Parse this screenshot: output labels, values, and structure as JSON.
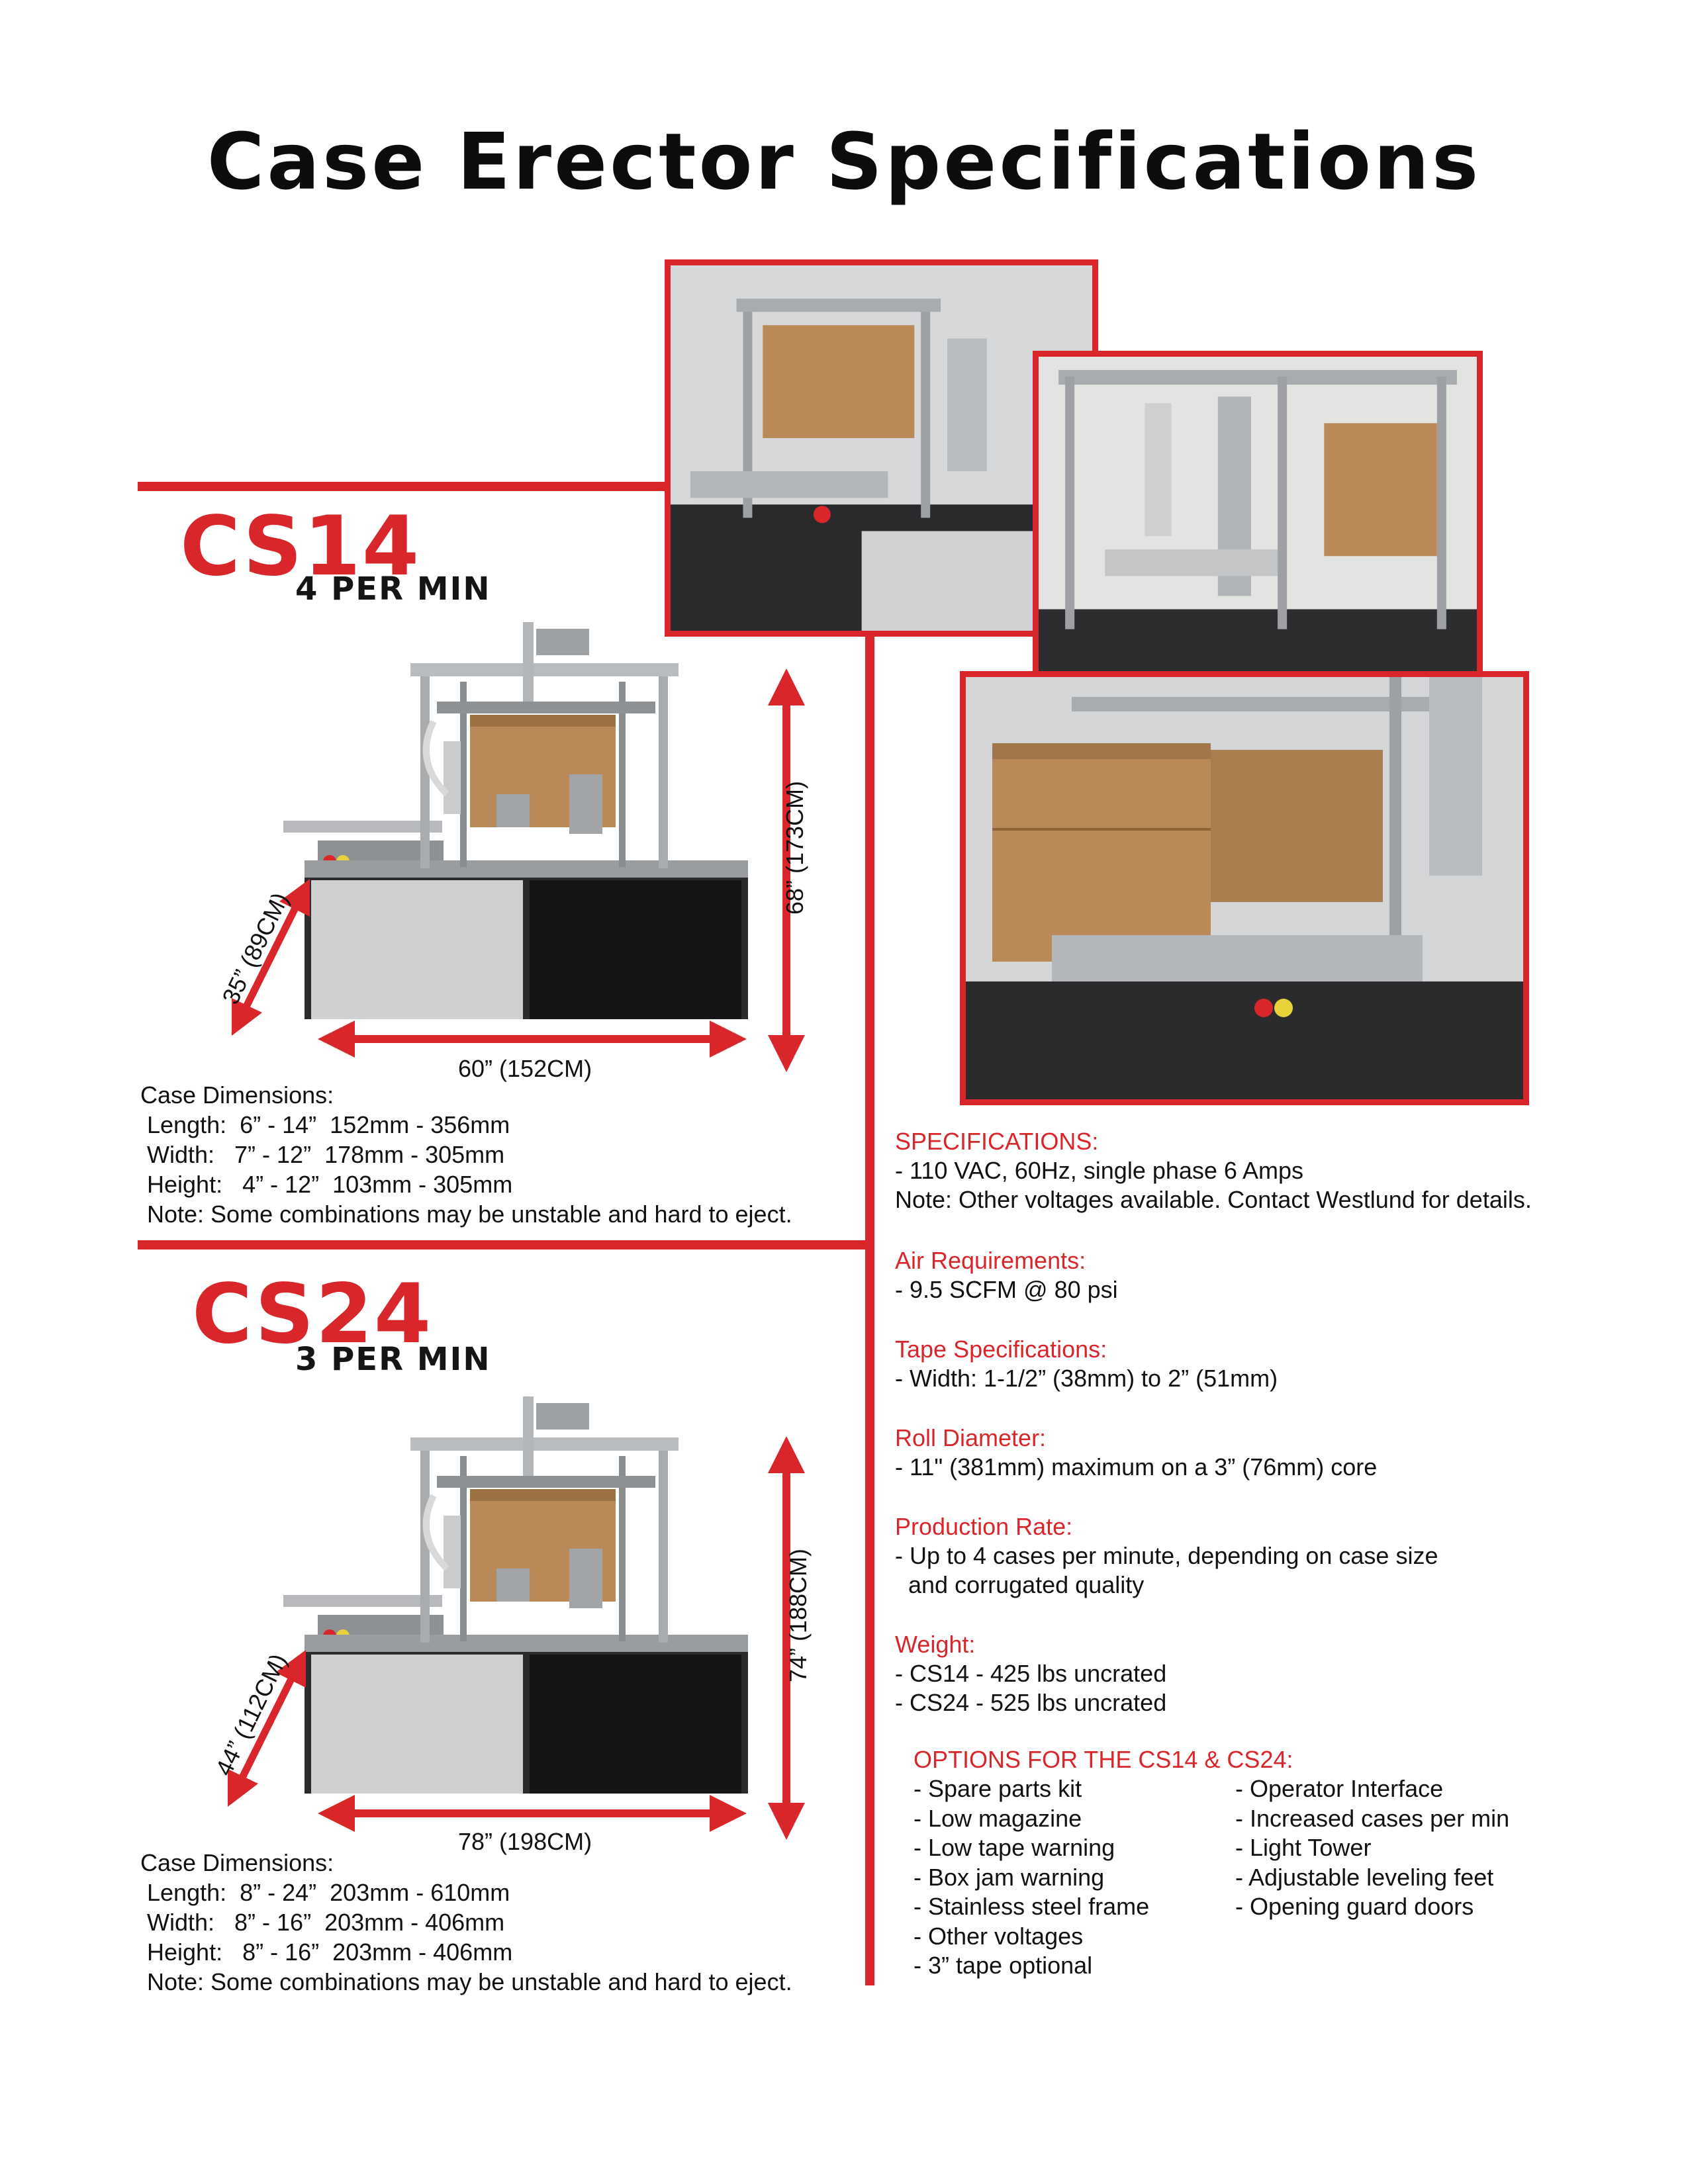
{
  "title": "Case Erector Specifications",
  "cs14": {
    "model": "CS14",
    "rate": "4 PER MIN",
    "dim_depth": "35” (89CM)",
    "dim_height": "68” (173CM)",
    "dim_width": "60” (152CM)",
    "case_dims": {
      "heading": "Case Dimensions:",
      "length": " Length:  6” - 14”  152mm - 356mm",
      "width": " Width:   7” - 12”  178mm - 305mm",
      "height": " Height:   4” - 12”  103mm - 305mm",
      "note": " Note: Some combinations may be unstable and hard to eject."
    }
  },
  "cs24": {
    "model": "CS24",
    "rate": "3 PER MIN",
    "dim_depth": "44” (112CM)",
    "dim_height": "74” (188CM)",
    "dim_width": "78” (198CM)",
    "case_dims": {
      "heading": "Case Dimensions:",
      "length": " Length:  8” - 24”  203mm - 610mm",
      "width": " Width:   8” - 16”  203mm - 406mm",
      "height": " Height:   8” - 16”  203mm - 406mm",
      "note": " Note: Some combinations may be unstable and hard to eject."
    }
  },
  "specs": {
    "specifications": {
      "heading": "SPECIFICATIONS:",
      "lines": [
        "- 110 VAC, 60Hz, single phase 6 Amps",
        "Note: Other voltages available. Contact Westlund for details."
      ]
    },
    "air": {
      "heading": "Air Requirements:",
      "lines": [
        "- 9.5 SCFM @ 80 psi"
      ]
    },
    "tape": {
      "heading": "Tape Specifications:",
      "lines": [
        "- Width: 1-1/2” (38mm) to 2” (51mm)"
      ]
    },
    "roll": {
      "heading": "Roll Diameter:",
      "lines": [
        "- 11\" (381mm) maximum on a 3” (76mm) core"
      ]
    },
    "production": {
      "heading": "Production Rate:",
      "lines": [
        "- Up to 4 cases per minute, depending on case size",
        "  and corrugated quality"
      ]
    },
    "weight": {
      "heading": "Weight:",
      "lines": [
        "- CS14 - 425 lbs uncrated",
        "- CS24 - 525 lbs uncrated"
      ]
    }
  },
  "options": {
    "heading": "OPTIONS FOR THE CS14 & CS24:",
    "left": [
      "- Spare parts kit",
      "- Low magazine",
      "- Low tape warning",
      "- Box jam warning",
      "- Stainless steel frame",
      "- Other voltages",
      "- 3” tape optional"
    ],
    "right": [
      "- Operator Interface",
      "- Increased cases per min",
      "- Light Tower",
      "- Adjustable leveling feet",
      "- Opening guard doors"
    ]
  },
  "colors": {
    "accent": "#d9262b",
    "cardboard": "#b98a57",
    "steel": "#a9acaf"
  }
}
